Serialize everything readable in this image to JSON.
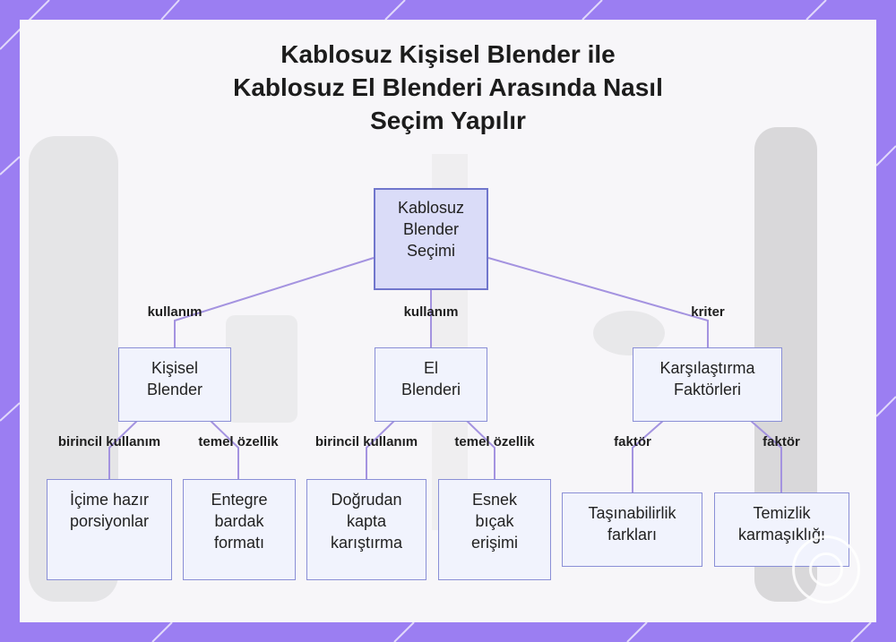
{
  "title": {
    "line1": "Kablosuz Kişisel Blender ile",
    "line2": "Kablosuz El Blenderi Arasında Nasıl",
    "line3": "Seçim Yapılır"
  },
  "colors": {
    "frame": "#9b7ef2",
    "node_fill": "#f1f3fd",
    "root_fill": "#dadcf8",
    "node_border": "#8a8fd6",
    "connector": "#a493e0"
  },
  "nodes": {
    "root": "Kablosuz\nBlender\nSeçimi",
    "personal": "Kişisel\nBlender",
    "hand": "El\nBlenderi",
    "factors": "Karşılaştırma\nFaktörleri",
    "p_use": "İçime hazır\nporsiyonlar",
    "p_feature": "Entegre\nbardak\nformatı",
    "h_use": "Doğrudan\nkapta\nkarıştırma",
    "h_feature": "Esnek\nbıçak\nerişimi",
    "f_portability": "Taşınabilirlik\nfarkları",
    "f_cleaning": "Temizlik\nkarmaşıklığı"
  },
  "edges": {
    "root_personal": "kullanım",
    "root_hand": "kullanım",
    "root_factors": "kriter",
    "personal_use": "birincil kullanım",
    "personal_feature": "temel özellik",
    "hand_use": "birincil kullanım",
    "hand_feature": "temel özellik",
    "factors_portability": "faktör",
    "factors_cleaning": "faktör"
  }
}
